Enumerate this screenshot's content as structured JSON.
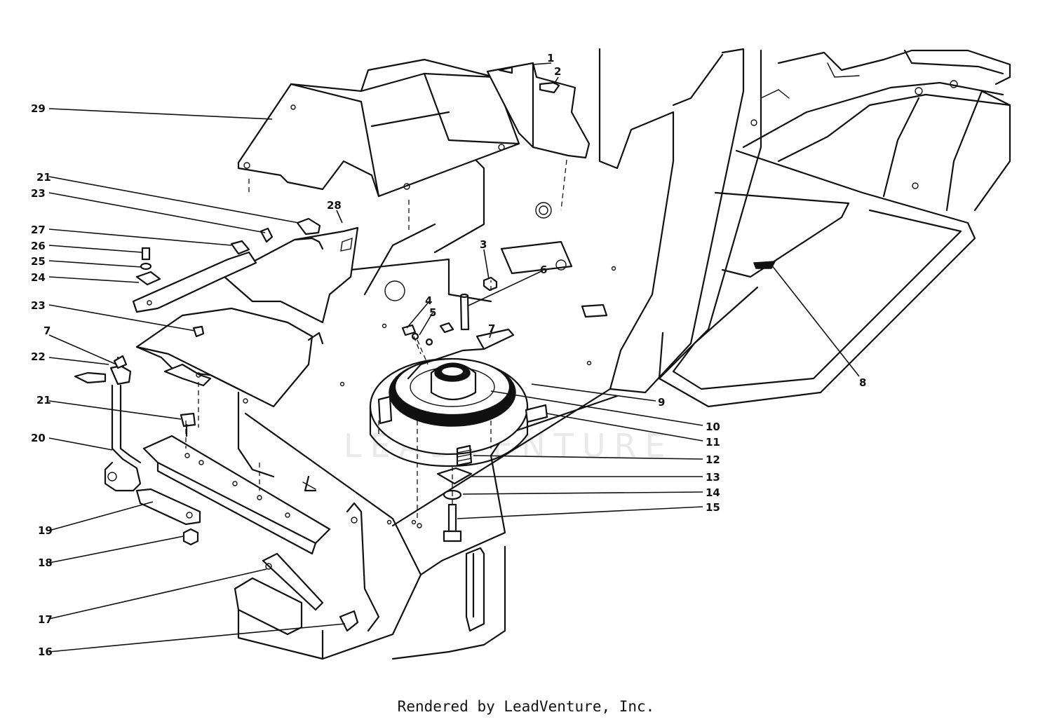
{
  "callouts": {
    "c1": "1",
    "c2": "2",
    "c3": "3",
    "c4": "4",
    "c5": "5",
    "c6": "6",
    "c7a": "7",
    "c7b": "7",
    "c8": "8",
    "c9": "9",
    "c10": "10",
    "c11": "11",
    "c12": "12",
    "c13": "13",
    "c14": "14",
    "c15": "15",
    "c16": "16",
    "c17": "17",
    "c18": "18",
    "c19": "19",
    "c20": "20",
    "c21a": "21",
    "c21b": "21",
    "c22": "22",
    "c23a": "23",
    "c23b": "23",
    "c24": "24",
    "c25": "25",
    "c26": "26",
    "c27": "27",
    "c28": "28",
    "c29": "29"
  },
  "watermark": "LEADVENTURE",
  "footer": "Rendered by LeadVenture, Inc."
}
